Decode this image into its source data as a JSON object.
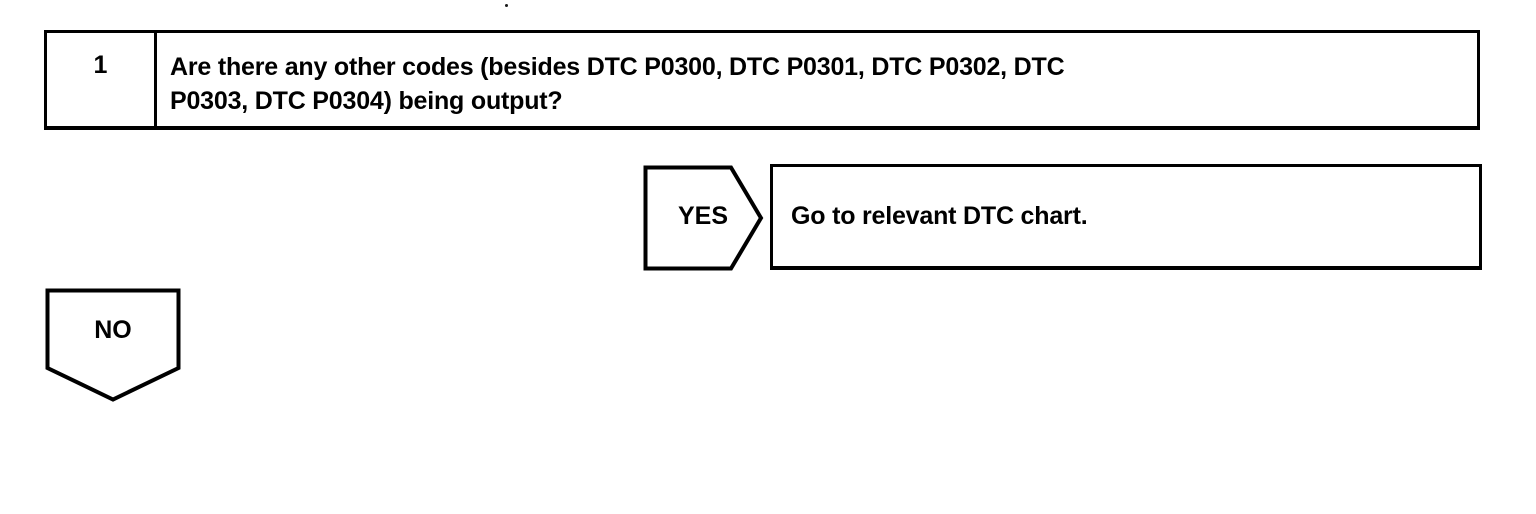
{
  "document": {
    "type": "diagnostic-troubleshooting-flowchart"
  },
  "step": {
    "number": "1",
    "question": "Are there any other codes (besides DTC P0300, DTC P0301, DTC P0302, DTC\nP0303, DTC P0304) being output?"
  },
  "branches": {
    "yes": {
      "label": "YES",
      "result": "Go to relevant DTC chart."
    },
    "no": {
      "label": "NO",
      "result": ""
    }
  },
  "colors": {
    "ink": "#000000",
    "paper": "#ffffff"
  }
}
